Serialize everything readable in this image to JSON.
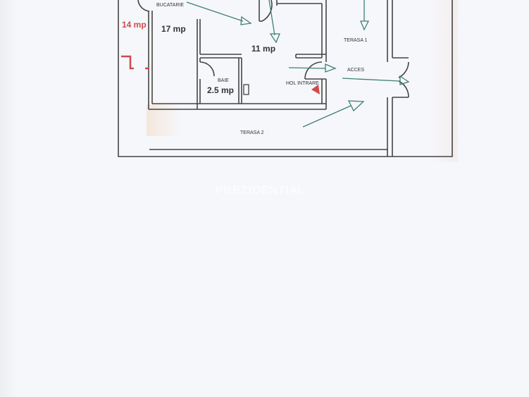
{
  "plan": {
    "rooms": {
      "kitchen_label": "BUCATARIE",
      "kitchen_area": "17 mp",
      "left_area": "14 mp",
      "living_area": "11 mp",
      "bath_label": "BAIE",
      "bath_area": "2.5 mp",
      "hall_label": "HOL INTRARE",
      "access_label": "ACCES",
      "terrace1_label": "TERASA 1",
      "terrace2_label": "TERASA 2"
    },
    "colors": {
      "walls": "#444444",
      "arrows": "#3f7f74",
      "red": "#d04a4a"
    },
    "watermark": "PREZIDENTIAL"
  }
}
